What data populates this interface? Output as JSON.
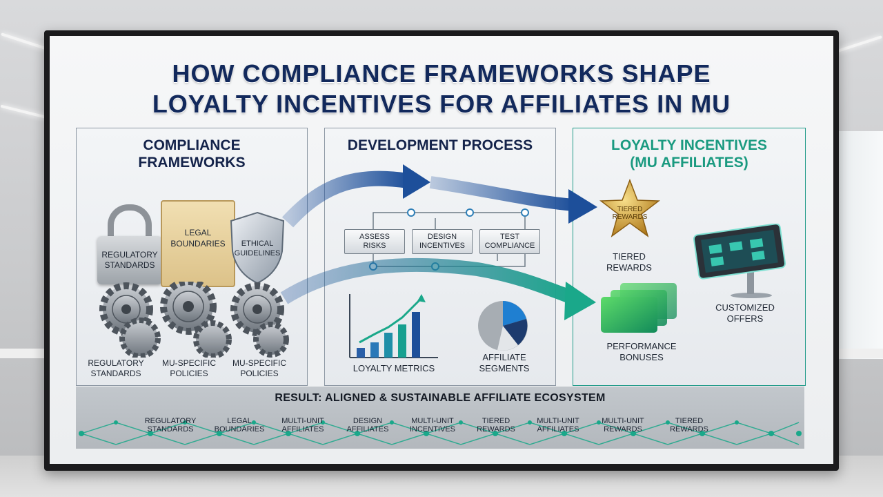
{
  "title": {
    "line1": "HOW COMPLIANCE FRAMEWORKS SHAPE",
    "line2": "LOYALTY INCENTIVES FOR AFFILIATES IN MU"
  },
  "panels": {
    "compliance": {
      "title_line1": "COMPLIANCE",
      "title_line2": "FRAMEWORKS",
      "lock_label_1": "REGULATORY",
      "lock_label_2": "STANDARDS",
      "scroll_label_1": "LEGAL",
      "scroll_label_2": "BOUNDARIES",
      "shield_label_1": "ETHICAL",
      "shield_label_2": "GUIDELINES",
      "bottom_labels": [
        {
          "l1": "REGULATORY",
          "l2": "STANDARDS"
        },
        {
          "l1": "MU-SPECIFIC",
          "l2": "POLICIES"
        },
        {
          "l1": "MU-SPECIFIC",
          "l2": "POLICIES"
        }
      ]
    },
    "development": {
      "title": "DEVELOPMENT PROCESS",
      "steps": [
        {
          "l1": "ASSESS",
          "l2": "RISKS"
        },
        {
          "l1": "DESIGN",
          "l2": "INCENTIVES"
        },
        {
          "l1": "TEST",
          "l2": "COMPLIANCE"
        }
      ],
      "metrics_label": "LOYALTY METRICS",
      "segments_label_1": "AFFILIATE",
      "segments_label_2": "SEGMENTS"
    },
    "loyalty": {
      "title_line1": "LOYALTY INCENTIVES",
      "title_line2": "(MU AFFILIATES)",
      "badge_text_1": "TIERED",
      "badge_text_2": "REWARDS",
      "tiered_label_1": "TIERED",
      "tiered_label_2": "REWARDS",
      "offers_label_1": "CUSTOMIZED",
      "offers_label_2": "OFFERS",
      "bonus_label_1": "PERFORMANCE",
      "bonus_label_2": "BONUSES"
    }
  },
  "result": {
    "text": "RESULT: ALIGNED & SUSTAINABLE AFFILIATE ECOSYSTEM",
    "nodes": [
      {
        "l1": "REGULATORY",
        "l2": "STANDARDS"
      },
      {
        "l1": "LEGAL",
        "l2": "BOUNDARIES"
      },
      {
        "l1": "MULTI-UNIT",
        "l2": "AFFILIATES"
      },
      {
        "l1": "DESIGN",
        "l2": "AFFILIATES"
      },
      {
        "l1": "MULTI-UNIT",
        "l2": "INCENTIVES"
      },
      {
        "l1": "TIERED",
        "l2": "REWARDS"
      },
      {
        "l1": "MULTI-UNIT",
        "l2": "AFFILIATES"
      },
      {
        "l1": "MULTI-UNIT",
        "l2": "REWARDS"
      },
      {
        "l1": "TIERED",
        "l2": "REWARDS"
      }
    ]
  },
  "colors": {
    "title": "#12295c",
    "arrow_blue": "#1d4f9a",
    "arrow_teal": "#1aa88a",
    "accent_teal": "#1a9a80",
    "gold": "#d8a93a"
  }
}
